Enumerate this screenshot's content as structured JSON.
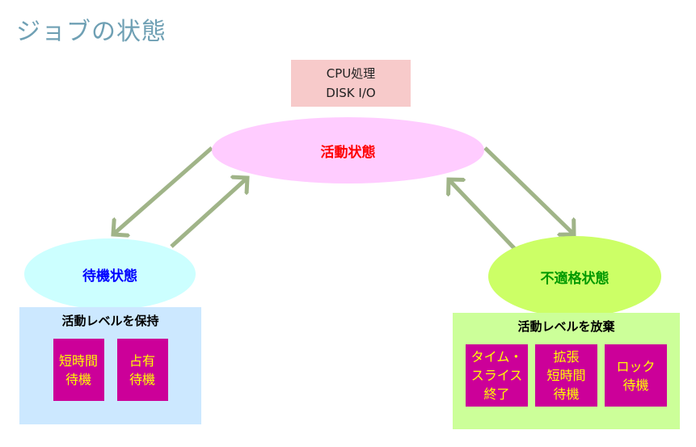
{
  "title": "ジョブの状態",
  "cpu_box": {
    "line1": "CPU処理",
    "line2": "DISK I/O"
  },
  "states": {
    "active": "活動状態",
    "waiting": "待機状態",
    "unfit": "不適格状態"
  },
  "left_panel": {
    "heading": "活動レベルを保持",
    "tiles": [
      "短時間\n待機",
      "占有\n待機"
    ]
  },
  "right_panel": {
    "heading": "活動レベルを放棄",
    "tiles": [
      "タイム・\nスライス\n終了",
      "拡張\n短時間\n待機",
      "ロック\n待機"
    ]
  },
  "colors": {
    "title": "#6fa0b4",
    "arrow": "#a0b488",
    "active_fill": "#ffccff",
    "waiting_fill": "#ccffff",
    "unfit_fill": "#ccff66",
    "tile_fill": "#cc0099",
    "tile_text": "#ffff00"
  }
}
